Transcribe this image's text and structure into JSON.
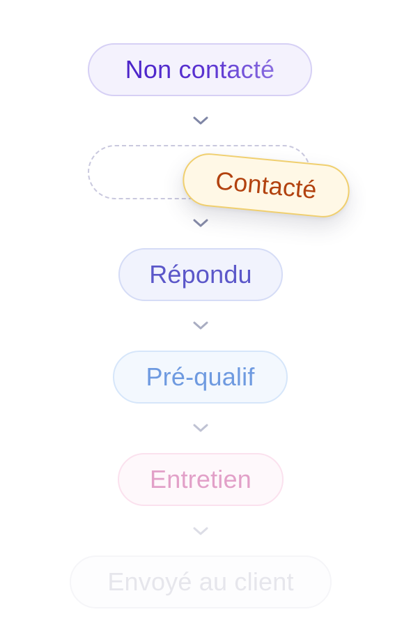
{
  "pipeline": {
    "stages": [
      {
        "label": "Non contacté",
        "text_color": "#4b23c9",
        "bg": "#f4f2fd",
        "border": "#d6d0f5"
      },
      {
        "label": "Contacté",
        "text_color": "#b2420f",
        "bg": "#fff8e6",
        "border": "#f0cf6e",
        "state": "dragging"
      },
      {
        "label": "Répondu",
        "text_color": "#5b57c9",
        "bg": "#f1f3fd",
        "border": "#d5dcf6"
      },
      {
        "label": "Pré-qualif",
        "text_color": "#6e9ae0",
        "bg": "#f3f8fe",
        "border": "#d6e6fa"
      },
      {
        "label": "Entretien",
        "text_color": "#e2a0c8",
        "bg": "#fef8fb",
        "border": "#fbe1ee"
      },
      {
        "label": "Envoyé au client",
        "text_color": "#e6e6ec",
        "bg": "#fdfdfe",
        "border": "#f5f5f8"
      }
    ],
    "connector_icon": "chevron-down-icon",
    "drop_slot": {
      "style": "dashed",
      "border": "#c9c8de"
    }
  }
}
